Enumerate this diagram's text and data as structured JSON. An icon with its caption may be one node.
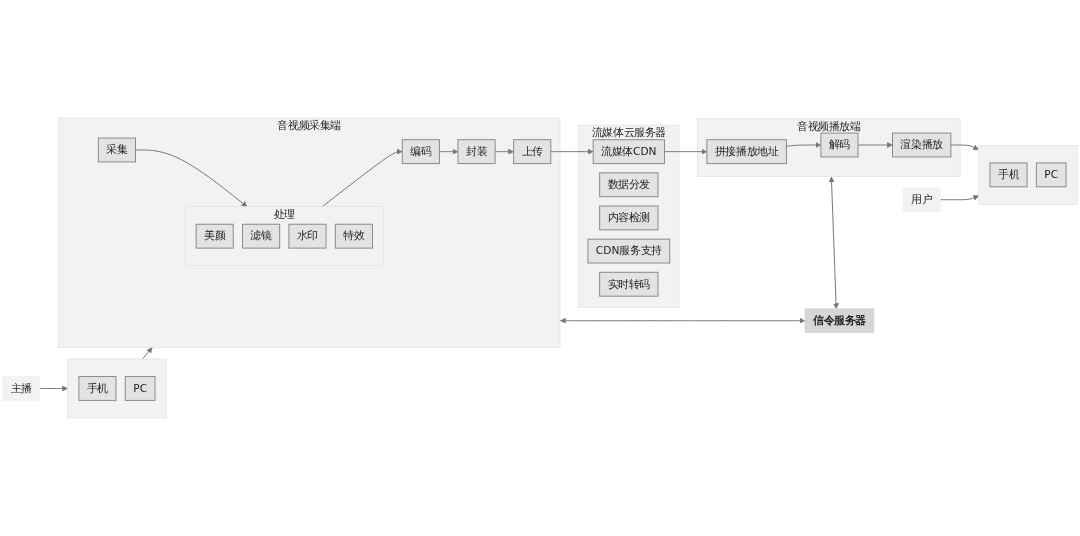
{
  "diagram": {
    "nodes": [
      {
        "text": [
          "信令服务器"
        ]
      },
      {
        "text": [
          "音视频采集端"
        ]
      },
      {
        "text": [
          "采集"
        ],
        "in": 1
      },
      {
        "text": [
          "处理"
        ],
        "in": 1
      },
      {
        "text": [
          "美颜"
        ],
        "in": 3
      },
      {
        "text": [
          "滤镜"
        ],
        "in": 3
      },
      {
        "text": [
          "水印"
        ],
        "in": 3
      },
      {
        "text": [
          "特效"
        ],
        "in": 3
      },
      {
        "text": [
          "编码"
        ],
        "in": 1
      },
      {
        "text": [
          "封装"
        ],
        "in": 1
      },
      {
        "text": [
          "上传"
        ],
        "in": 1
      },
      {
        "text": [
          "流媒体云服务器"
        ]
      },
      {
        "text": [
          "流媒体CDN"
        ],
        "in": 11
      },
      {
        "text": [
          "数据分发"
        ],
        "in": 11
      },
      {
        "text": [
          "内容检测"
        ],
        "in": 11
      },
      {
        "text": [
          "CDN服务支持"
        ],
        "in": 11
      },
      {
        "text": [
          "实时转码"
        ],
        "in": 11
      },
      {
        "text": [
          "音视频播放端"
        ]
      },
      {
        "text": [
          "拼接播放地址"
        ],
        "in": 17
      },
      {
        "text": [
          "解码"
        ],
        "in": 17
      },
      {
        "text": [
          "渲染播放"
        ],
        "in": 17
      },
      {
        "text": [],
        "shape": "box"
      },
      {
        "text": [
          "手机"
        ],
        "in": 21
      },
      {
        "text": [
          "PC"
        ],
        "in": 21
      },
      {
        "text": [
          "主播"
        ]
      },
      {
        "text": [
          "用户"
        ]
      },
      {
        "text": [],
        "shape": "box"
      },
      {
        "text": [
          "手机"
        ],
        "in": 26
      },
      {
        "text": [
          "PC"
        ],
        "in": 26
      }
    ],
    "edges": [
      {
        "from": 0,
        "to": 1,
        "arrow": "both"
      },
      {
        "from": 0,
        "to": 17,
        "arrow": "both"
      },
      {
        "from": 2,
        "to": 3,
        "arrow": "to"
      },
      {
        "from": 3,
        "to": 8,
        "arrow": "to"
      },
      {
        "from": 8,
        "to": 9,
        "arrow": "to"
      },
      {
        "from": 9,
        "to": 10,
        "arrow": "to"
      },
      {
        "from": 10,
        "to": 12,
        "arrow": "to"
      },
      {
        "from": 12,
        "to": 18,
        "arrow": "to"
      },
      {
        "from": 18,
        "to": 19,
        "arrow": "to"
      },
      {
        "from": 19,
        "to": 20,
        "arrow": "to"
      },
      {
        "from": 20,
        "to": 26,
        "arrow": "to"
      },
      {
        "from": 24,
        "to": 21,
        "arrow": "to"
      },
      {
        "from": 21,
        "to": 1,
        "arrow": "to"
      },
      {
        "from": 25,
        "to": 26,
        "arrow": "to"
      }
    ]
  }
}
